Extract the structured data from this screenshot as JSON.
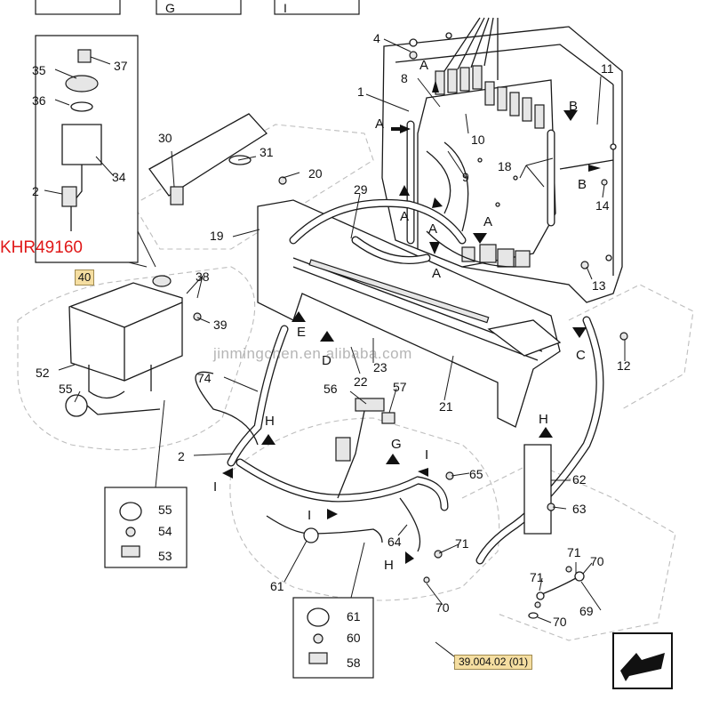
{
  "part_code": "KHR49160",
  "watermark": "jinmingchen.en.alibaba.com",
  "reference_tag": "39.004.02 (01)",
  "highlight_callout": "40",
  "callouts": {
    "c1": "1",
    "c2a": "2",
    "c2b": "2",
    "c4": "4",
    "c8": "8",
    "c9": "9",
    "c10": "10",
    "c11": "11",
    "c12": "12",
    "c13": "13",
    "c14": "14",
    "c18": "18",
    "c19": "19",
    "c20": "20",
    "c21": "21",
    "c22": "22",
    "c23": "23",
    "c29": "29",
    "c30": "30",
    "c31": "31",
    "c34": "34",
    "c35": "35",
    "c36": "36",
    "c37": "37",
    "c38": "38",
    "c39": "39",
    "c52": "52",
    "c53": "53",
    "c54": "54",
    "c55a": "55",
    "c55b": "55",
    "c56": "56",
    "c57": "57",
    "c58": "58",
    "c60": "60",
    "c61a": "61",
    "c61b": "61",
    "c62": "62",
    "c63": "63",
    "c64": "64",
    "c65": "65",
    "c69": "69",
    "c70a": "70",
    "c70b": "70",
    "c70c": "70",
    "c71a": "71",
    "c71b": "71",
    "c71c": "71",
    "c74": "74"
  },
  "view_letters": {
    "A1": "A",
    "A2": "A",
    "A3": "A",
    "A4": "A",
    "A5": "A",
    "A6": "A",
    "B1": "B",
    "B2": "B",
    "C1": "C",
    "D1": "D",
    "E1": "E",
    "G1": "G",
    "H1": "H",
    "H2": "H",
    "H3": "H",
    "I1": "I",
    "I2": "I",
    "I3": "I"
  },
  "icon": "page-turn-arrow-icon"
}
